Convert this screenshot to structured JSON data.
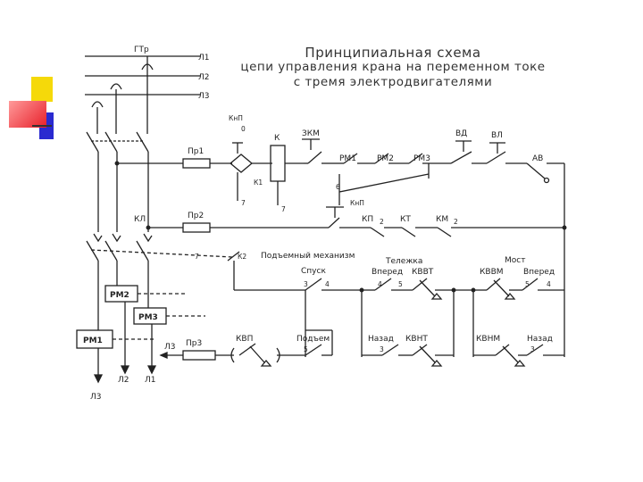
{
  "title": {
    "line1": "Принципиальная схема",
    "line2": "цепи управления крана на переменном токе",
    "line3": "с тремя электродвигателями"
  },
  "colors": {
    "line": "#222222",
    "deco_yellow": "#f5d90a",
    "deco_red": "#e8202a",
    "deco_blue": "#2a2ad0"
  },
  "labels": {
    "gtr": "ГТр",
    "l1": "Л1",
    "l2": "Л2",
    "l3": "Л3",
    "pr1": "Пр1",
    "pr2": "Пр2",
    "pr3": "Пр3",
    "knp_top": "КнП",
    "k": "К",
    "k1": "К1",
    "zkm": "ЗКМ",
    "rm1": "РМ1",
    "rm2": "РМ2",
    "rm3": "РМ3",
    "vd": "ВД",
    "vl": "ВЛ",
    "av": "АВ",
    "kl": "КЛ",
    "knp_mid": "КнП",
    "kp2": "КП",
    "kt2": "КТ",
    "km2": "КМ",
    "sub2": "2",
    "k2": "К2",
    "hoist": "Подъемный механизм",
    "descent": "Спуск",
    "trolley": "Тележка",
    "forward": "Вперед",
    "kvvt": "КВВТ",
    "bridge": "Мост",
    "kvvm": "КВВМ",
    "forward2": "Вперед",
    "kvp": "КВП",
    "lift": "Подъем",
    "back": "Назад",
    "kvnt": "КВНТ",
    "kvnm": "КВНМ",
    "back2": "Назад",
    "box_rm1": "РМ1",
    "box_rm2": "РМ2",
    "box_rm3": "РМ3",
    "b_l3": "Л3",
    "b_l2": "Л2",
    "b_l1": "Л1",
    "l3_arrow": "Л3",
    "n7a": "7",
    "n7b": "7",
    "n7c": "7",
    "n6": "6",
    "n3a": "3",
    "n4a": "4",
    "n4b": "4",
    "n5a": "5",
    "n5b": "5",
    "n4c": "4",
    "n5c": "5",
    "n3b": "3",
    "n3c": "3",
    "n0": "0"
  }
}
